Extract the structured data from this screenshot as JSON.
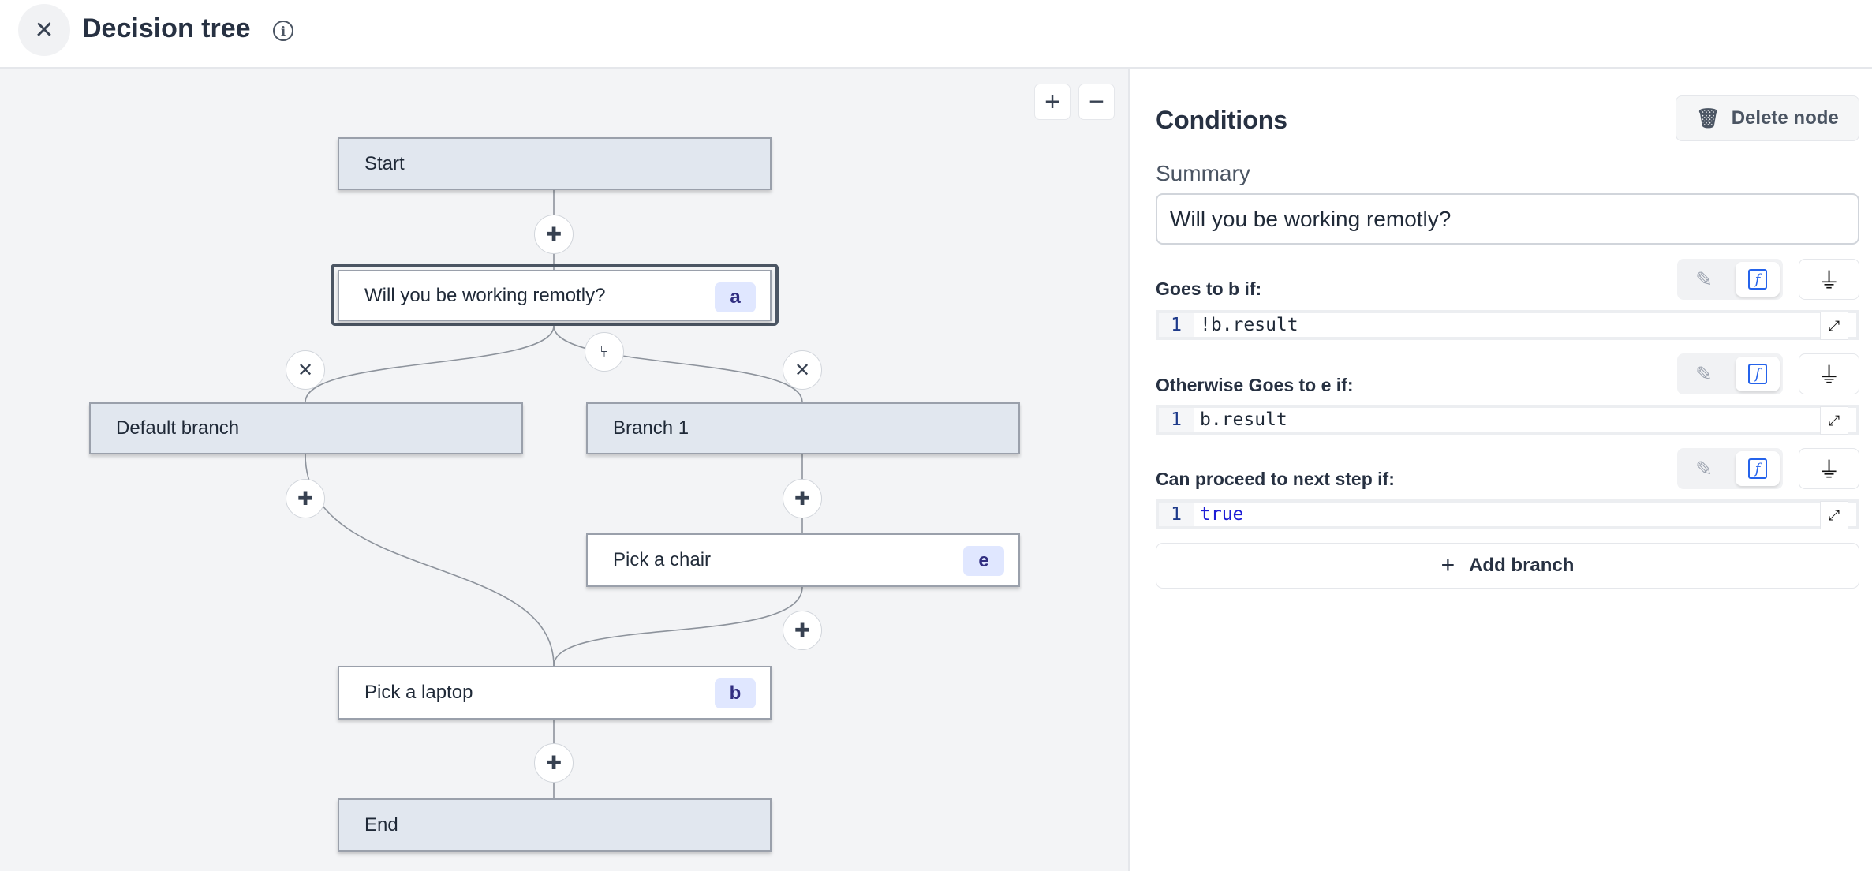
{
  "header": {
    "title": "Decision tree",
    "close_icon": "close-icon",
    "info_icon": "info-icon"
  },
  "canvas": {
    "zoom_in": "+",
    "zoom_out": "−",
    "nodes": {
      "start": {
        "label": "Start"
      },
      "question": {
        "label": "Will you be working remotly?",
        "badge": "a"
      },
      "default_branch": {
        "label": "Default branch"
      },
      "branch1": {
        "label": "Branch 1"
      },
      "chair": {
        "label": "Pick a chair",
        "badge": "e"
      },
      "laptop": {
        "label": "Pick a laptop",
        "badge": "b"
      },
      "end": {
        "label": "End"
      }
    }
  },
  "panel": {
    "title": "Conditions",
    "delete_label": "Delete node",
    "summary_label": "Summary",
    "summary_value": "Will you be working remotly?",
    "conditions": [
      {
        "label": "Goes to b if:",
        "line": "1",
        "code": "!b.result"
      },
      {
        "label": "Otherwise Goes to e if:",
        "line": "1",
        "code": "b.result"
      },
      {
        "label": "Can proceed to next step if:",
        "line": "1",
        "code": "true"
      }
    ],
    "add_branch": "Add branch",
    "colors": {
      "keyword": "#1d1dd6",
      "accent": "#2563eb",
      "badge_bg": "#e0e7ff"
    }
  }
}
